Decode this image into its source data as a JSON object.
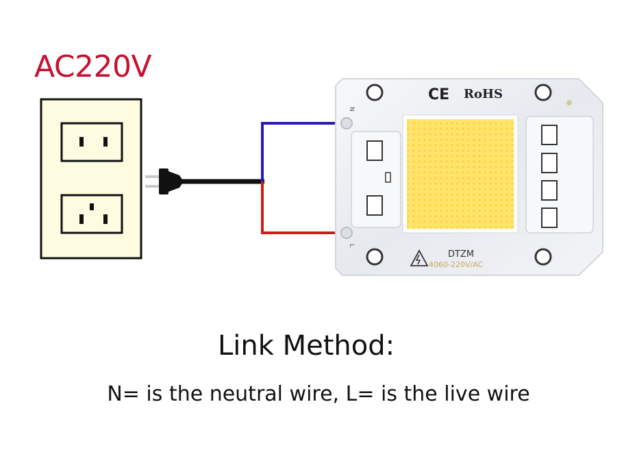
{
  "voltage_label": "AC220V",
  "board": {
    "ce_mark": "CE",
    "rohs_mark": "RoHS",
    "brand": "DTZM",
    "model": "4060-220V/AC",
    "terminal_n": "N",
    "terminal_l": "L"
  },
  "caption": {
    "title": "Link Method:",
    "description": "N= is the neutral wire, L= is the live wire"
  },
  "colors": {
    "voltage_red": "#c8102e",
    "neutral_wire": "#2a1bb0",
    "live_wire": "#d11a1a",
    "cord": "#111111",
    "outlet_fill": "#fdfbe0",
    "led_yellow": "#ffe46b",
    "board_silver": "#eef0f3"
  }
}
